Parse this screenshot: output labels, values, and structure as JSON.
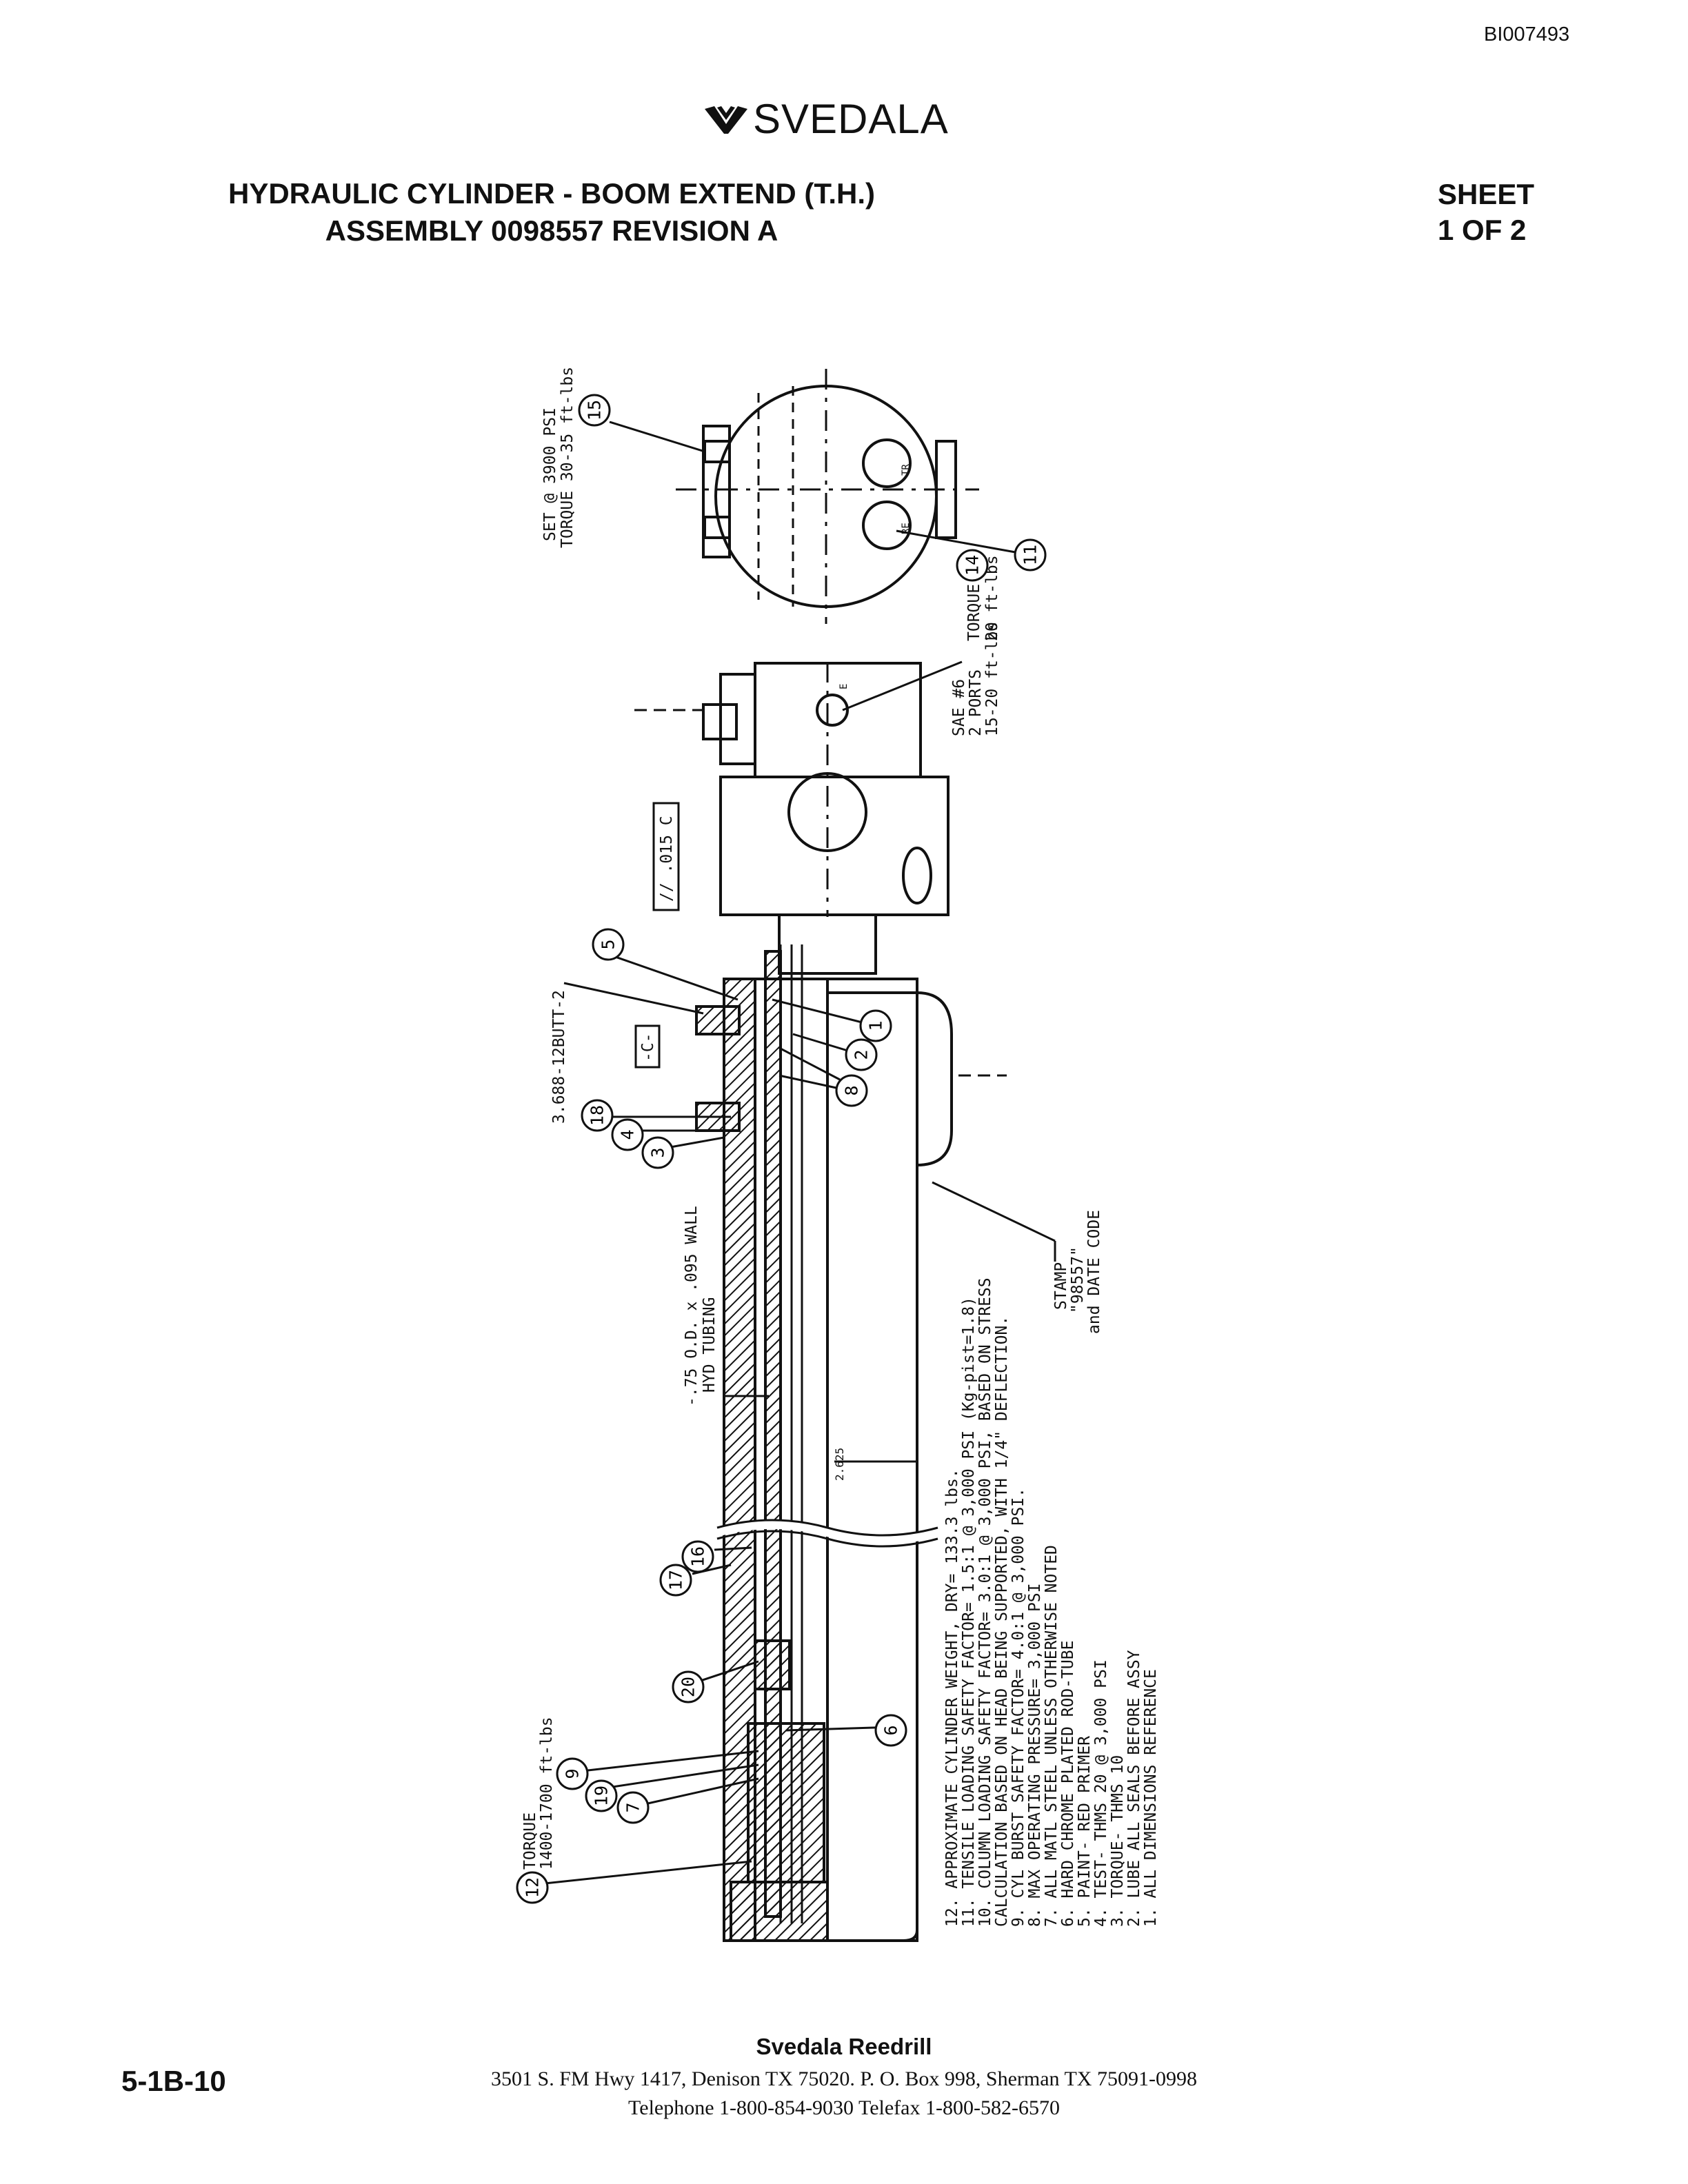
{
  "document_id": "BI007493",
  "brand": {
    "name": "SVEDALA",
    "logo_icon": "svedala-chevron-logo-icon"
  },
  "title": {
    "line1": "HYDRAULIC CYLINDER - BOOM EXTEND (T.H.)",
    "line2": "ASSEMBLY 0098557 REVISION A"
  },
  "sheet": {
    "line1": "SHEET",
    "line2": "1 OF 2"
  },
  "drawing": {
    "callout_numbers": [
      "15",
      "11",
      "14",
      "5",
      "1",
      "2",
      "8",
      "18",
      "4",
      "3",
      "16",
      "17",
      "20",
      "6",
      "9",
      "19",
      "7",
      "12"
    ],
    "labels": {
      "relief_set": "SET @ 3900 PSI",
      "relief_torque": "TORQUE 30-35 ft-lbs",
      "port_torque_a": "TORQUE",
      "port_torque_b": "20 ft-lbs",
      "sae_a": "SAE #6",
      "sae_b": "2 PORTS",
      "sae_c": "15-20 ft-lbs",
      "tolerance": "// .015 C",
      "datum": "-C-",
      "thread": "3.688-12BUTT-2",
      "tubing_a": "-.75 O.D. x .095 WALL",
      "tubing_b": "HYD TUBING",
      "stamp_a": "STAMP",
      "stamp_b": "\"98557\"",
      "stamp_c": "and DATE CODE",
      "dimension": "2.625",
      "torque_rod_a": "TORQUE",
      "torque_rod_b": "1400-1700 ft-lbs",
      "port_mark_tr": "TR",
      "port_mark_re": "RE",
      "port_mark_e": "E"
    },
    "notes": [
      "12. APPROXIMATE CYLINDER WEIGHT, DRY= 133.3 lbs.",
      "11. TENSILE LOADING SAFETY FACTOR= 1.5:1 @ 3,000 PSI (Kg-pist=1.8)",
      "10. COLUMN LOADING SAFETY FACTOR= 3.0:1 @ 3,000 PSI, BASED ON STRESS",
      "     CALCULATION BASED ON HEAD BEING SUPPORTED, WITH 1/4\" DEFLECTION.",
      "9. CYL BURST SAFETY FACTOR= 4.0:1 @ 3,000 PSI.",
      "8. MAX OPERATING PRESSURE= 3,000 PSI",
      "7. ALL MATL STEEL UNLESS OTHERWISE NOTED",
      "6. HARD CHROME PLATED ROD-TUBE",
      "5. PAINT- RED PRIMER",
      "4. TEST- THMS 20 @ 3,000 PSI",
      "3. TORQUE- THMS 10",
      "2. LUBE ALL SEALS BEFORE ASSY",
      "1. ALL DIMENSIONS REFERENCE"
    ]
  },
  "footer": {
    "company": "Svedala Reedrill",
    "address": "3501 S. FM Hwy 1417, Denison TX  75020.   P. O. Box 998, Sherman TX  75091-0998",
    "phone": "Telephone 1-800-854-9030 Telefax 1-800-582-6570",
    "page_number": "5-1B-10"
  }
}
